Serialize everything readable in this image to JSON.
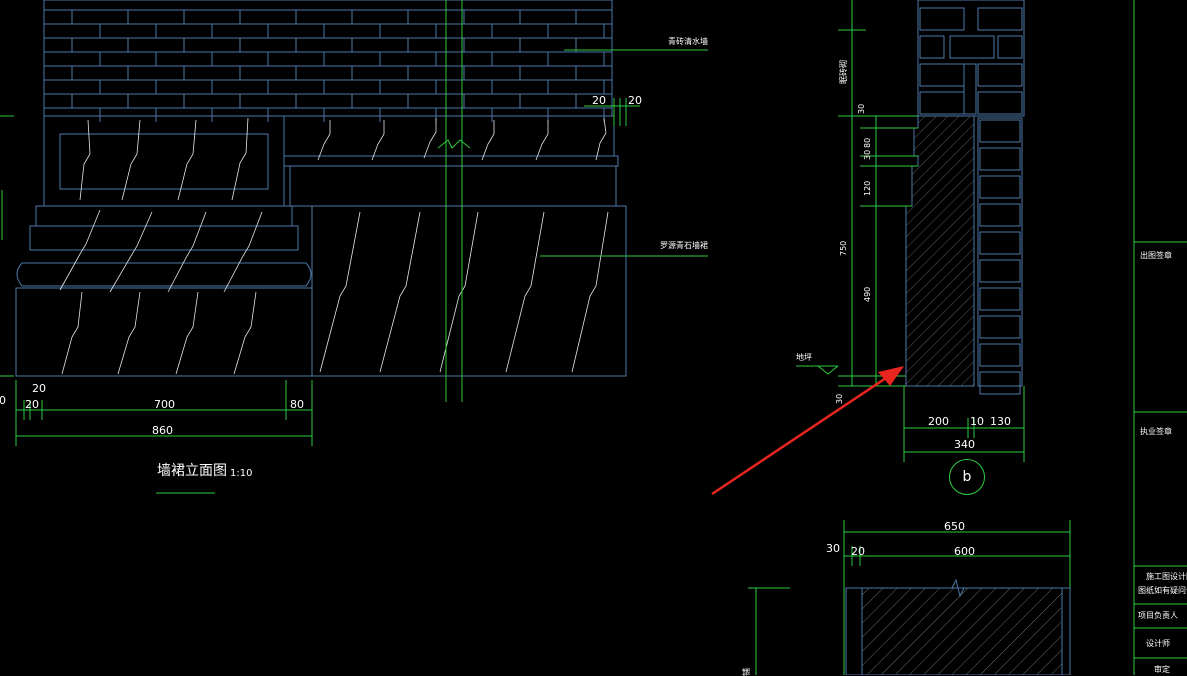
{
  "elevation": {
    "title": "墙裙立面图",
    "scale": "1:10",
    "label_wall": "青砖清水墙",
    "label_stone": "罗源青石墙裙",
    "dim_top_a": "20",
    "dim_top_b": "20",
    "dim_20a": "20",
    "dim_20b": "20",
    "dim_700": "700",
    "dim_80": "80",
    "dim_860": "860",
    "dim_left_cut": "20"
  },
  "section": {
    "label_brick": "眠砖砌",
    "label_ground": "地坪",
    "marker": "b",
    "vdim_30": "30",
    "vdim_30b": "30",
    "vdim_80": "80",
    "vdim_120": "120",
    "vdim_750": "750",
    "vdim_490": "490",
    "vdim_30c": "30",
    "hdim_200": "200",
    "hdim_10": "10",
    "hdim_130": "130",
    "hdim_340": "340"
  },
  "detail": {
    "dim_650": "650",
    "dim_30": "30",
    "dim_20": "20",
    "dim_600": "600",
    "label_vert": "铺"
  },
  "title_block": {
    "item1": "出图签章",
    "item2": "执业签章",
    "item3": "施工图设计阶段",
    "item4": "图纸如有疑问请及时沟通",
    "item5": "项目负责人",
    "item6": "设计师",
    "item7": "审定"
  },
  "annotation": {
    "arrow_color": "#e8261f"
  },
  "colors": {
    "outline": "#4a78a8",
    "dim": "#2ecc40",
    "text": "#ffffff",
    "background": "#000000"
  }
}
